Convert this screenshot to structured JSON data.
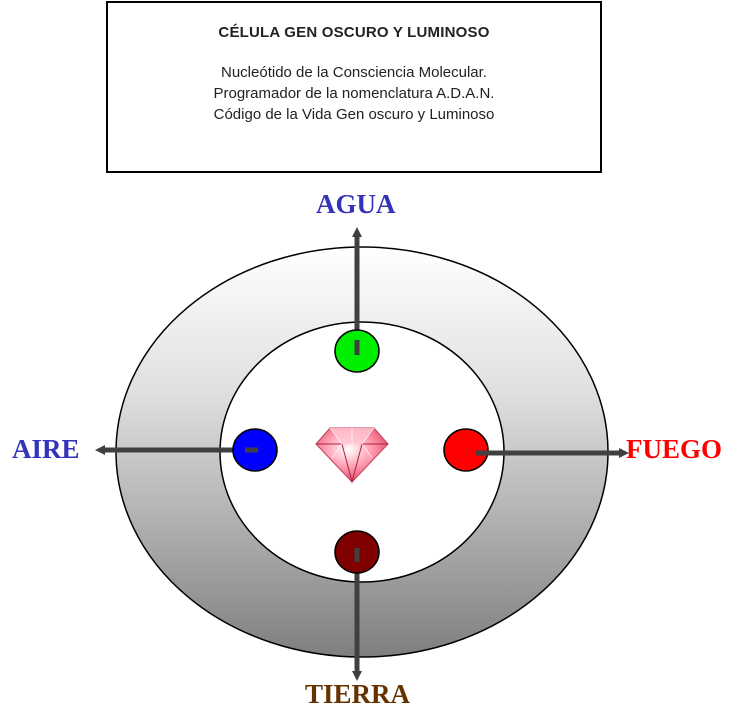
{
  "title_box": {
    "heading": "CÉLULA GEN OSCURO Y LUMINOSO",
    "lines": [
      "Nucleótido de la Consciencia Molecular.",
      "Programador de la nomenclatura A.D.A.N.",
      "Código de la Vida Gen oscuro y Luminoso"
    ]
  },
  "elements": {
    "agua": {
      "label": "AGUA",
      "color": "#3333bb",
      "dot_color": "#00ee00"
    },
    "aire": {
      "label": "AIRE",
      "color": "#3333bb",
      "dot_color": "#0000ff"
    },
    "fuego": {
      "label": "FUEGO",
      "color": "#ff0000",
      "dot_color": "#ff0000"
    },
    "tierra": {
      "label": "TIERRA",
      "color": "#663300",
      "dot_color": "#800000"
    }
  },
  "center_icon": "pink-diamond-icon",
  "colors": {
    "arrow": "#404040",
    "ring_top": "#ffffff",
    "ring_bottom": "#808080",
    "diamond": "#ff6f8f"
  }
}
